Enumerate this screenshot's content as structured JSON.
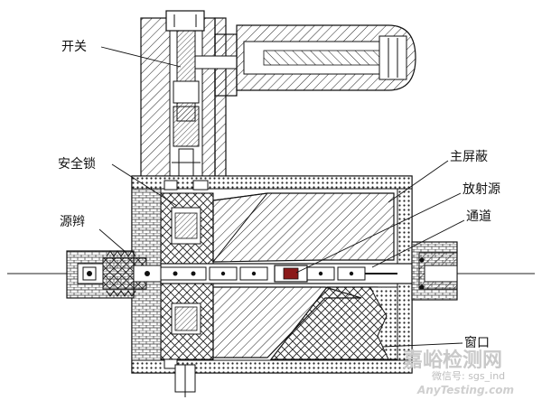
{
  "labels": {
    "switch": "开关",
    "safety_lock": "安全锁",
    "source_pigtail": "源辫",
    "main_shield": "主屏蔽",
    "radioactive_source": "放射源",
    "channel": "通道",
    "window": "窗口"
  },
  "watermark": {
    "cn": "嘉峪检测网",
    "sub": "微信号: sgs_ind",
    "en": "AnyTesting.com"
  },
  "colors": {
    "line": "#111111",
    "source_fill": "#8b1a1a",
    "watermark": "#c9c9c9"
  }
}
